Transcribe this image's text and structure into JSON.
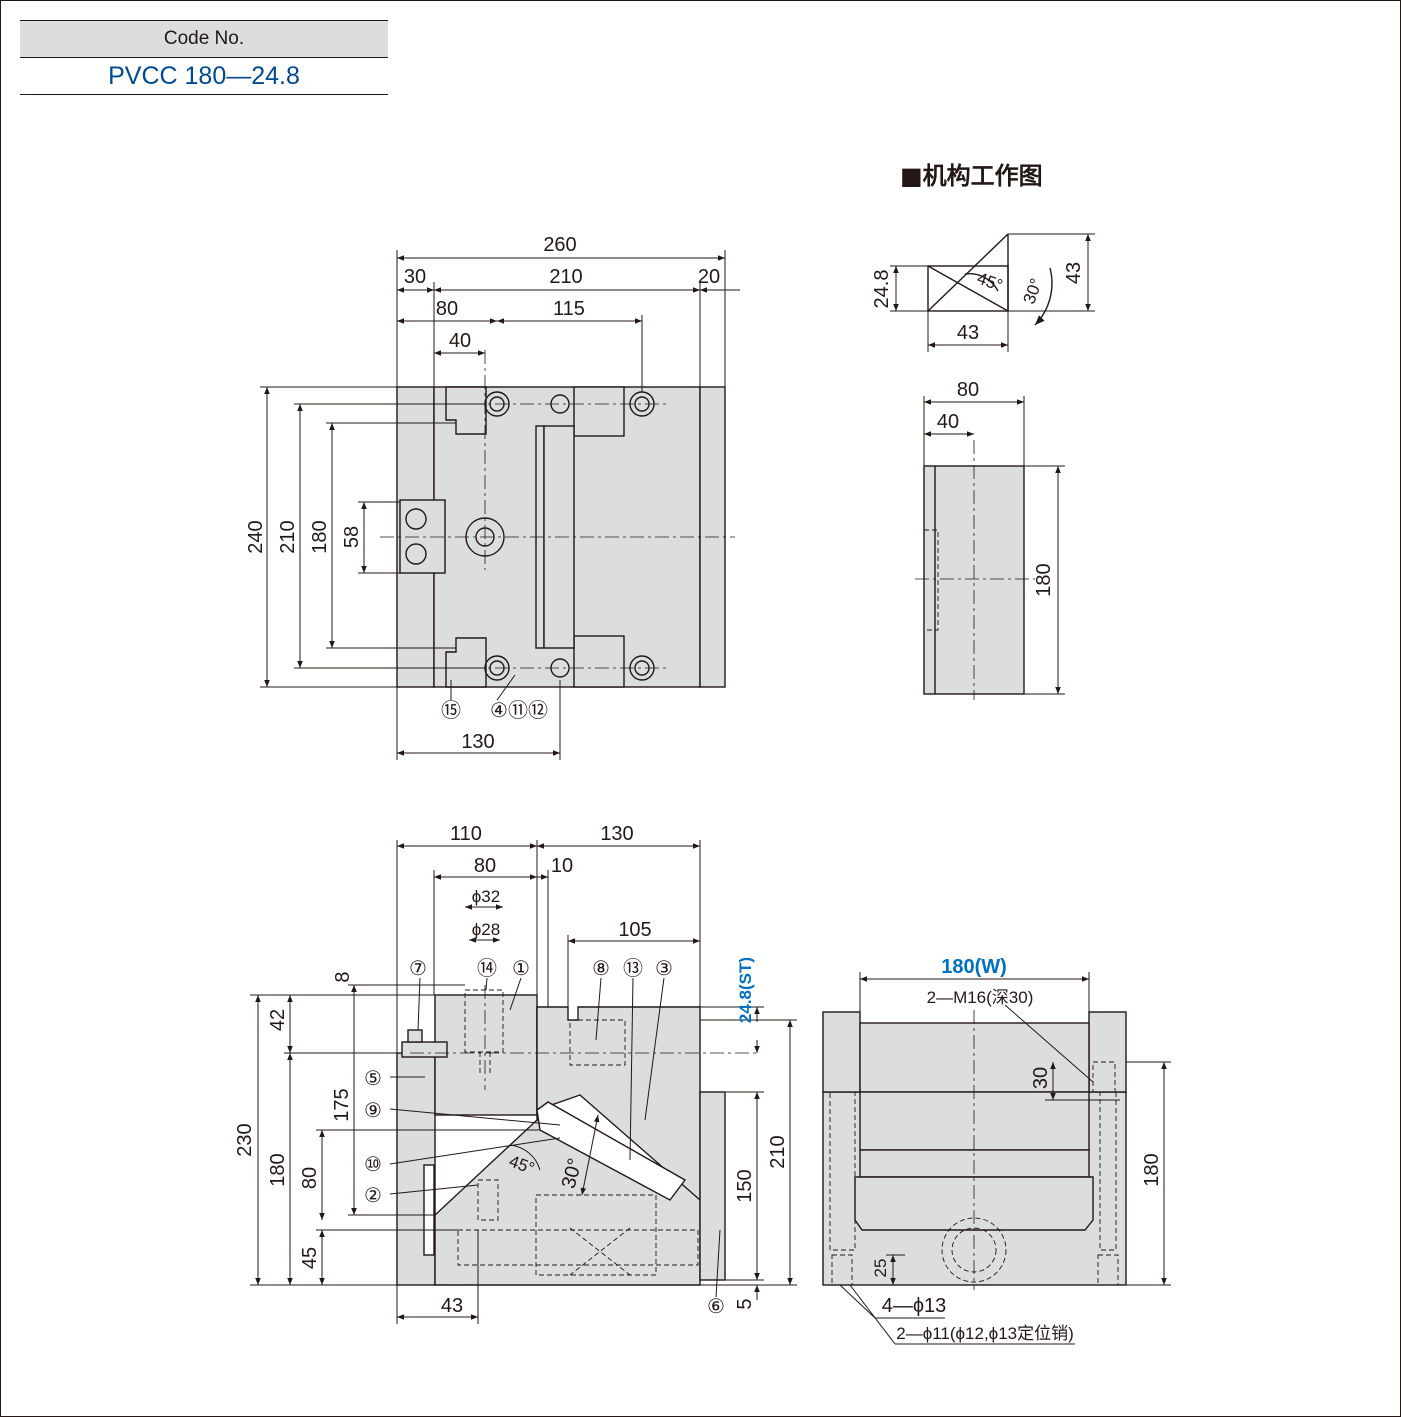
{
  "header": {
    "code_label": "Code No.",
    "code_value": "PVCC 180—24.8"
  },
  "section_title": "■机构工作图",
  "top_view": {
    "dims": {
      "overall": "260",
      "left": "30",
      "mid": "210",
      "right": "20",
      "d80": "80",
      "d115": "115",
      "d40": "40",
      "h240": "240",
      "h210": "210",
      "h180": "180",
      "h58": "58",
      "bottom130": "130"
    },
    "part_labels": [
      "⑮",
      "④⑪⑫"
    ]
  },
  "mechanism": {
    "dims": {
      "h24_8": "24.8",
      "w43": "43",
      "h43": "43",
      "a45": "45°",
      "a30": "30°"
    }
  },
  "side_small": {
    "dims": {
      "w80": "80",
      "w40": "40",
      "h180": "180"
    }
  },
  "front_view": {
    "dims": {
      "w110": "110",
      "w130": "130",
      "w80": "80",
      "w10": "10",
      "w105": "105",
      "phi32": "ϕ32",
      "phi28": "ϕ28",
      "h8": "8",
      "h42": "42",
      "h175": "175",
      "h230": "230",
      "h180": "180",
      "h80": "80",
      "h45": "45",
      "b43": "43",
      "r150": "150",
      "r210": "210",
      "r5": "5",
      "stroke": "24.8(ST)",
      "a45": "45°",
      "a30": "30°"
    },
    "part_labels": {
      "p7": "⑦",
      "p14": "⑭",
      "p1": "①",
      "p8": "⑧",
      "p13": "⑬",
      "p3": "③",
      "p5": "⑤",
      "p9": "⑨",
      "p10": "⑩",
      "p2": "②",
      "p6": "⑥"
    }
  },
  "end_view": {
    "dims": {
      "w180": "180(W)",
      "m16": "2—M16(深30)",
      "h30": "30",
      "h25": "25",
      "h180": "180"
    },
    "notes": {
      "holes": "4—ϕ13",
      "pins": "2—ϕ11(ϕ12,ϕ13定位销)"
    }
  },
  "colors": {
    "part_fill": "#dcdddd",
    "line": "#231815",
    "accent_blue": "#004a8f",
    "stroke_blue": "#0070c0"
  }
}
